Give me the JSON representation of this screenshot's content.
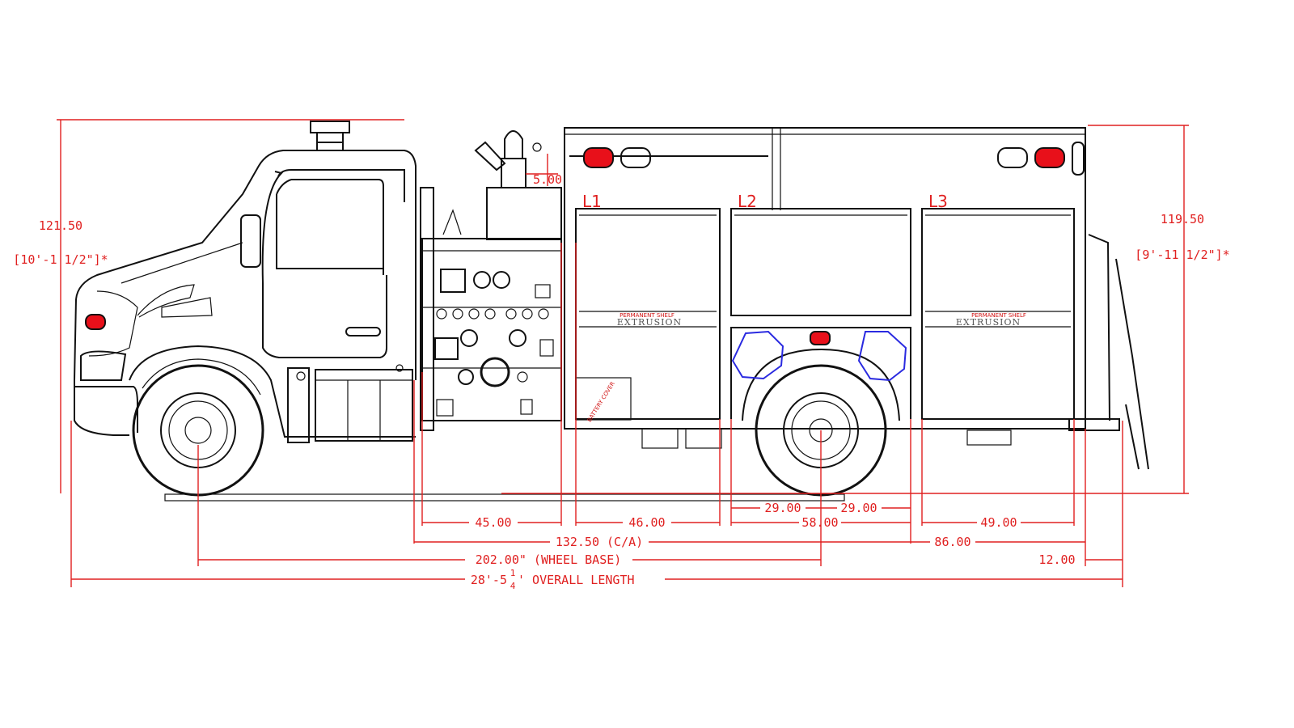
{
  "colors": {
    "dimension": "#e02020",
    "outline": "#111111",
    "lamp": "#e8101a",
    "light_ring": "#2a2ae0"
  },
  "compartments": [
    "L1",
    "L2",
    "L3"
  ],
  "dimensions": {
    "overall_height_left": "121.50",
    "overall_height_left_ft": "[10'-1 1/2\"]*",
    "overall_height_right": "119.50",
    "overall_height_right_ft": "[9'-11 1/2\"]*",
    "monitor_height": "5.00",
    "pump_panel": "45.00",
    "l1_width": "46.00",
    "wheel_well_left": "29.00",
    "wheel_well_right": "29.00",
    "wheel_well_total": "58.00",
    "l3_width": "49.00",
    "cab_to_axle": "132.50 (C/A)",
    "rear_section": "86.00",
    "wheel_base": "202.00\" (WHEEL BASE)",
    "rear_step": "12.00",
    "overall_length_main": "28'-5",
    "overall_length_num": "1",
    "overall_length_den": "4",
    "overall_length_suffix": "' OVERALL LENGTH"
  },
  "labels": {
    "permanent_shelf_1": "PERMANENT SHELF",
    "extrusion_1": "EXTRUSION",
    "permanent_shelf_2": "PERMANENT SHELF",
    "extrusion_2": "EXTRUSION",
    "battery_cover": "BATTERY COVER"
  }
}
